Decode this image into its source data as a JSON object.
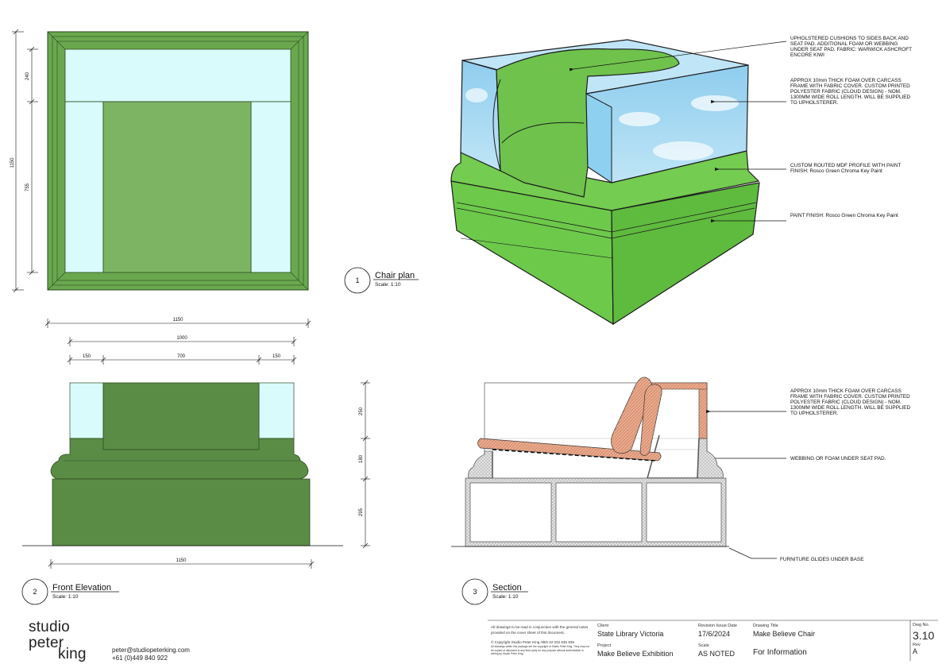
{
  "views": {
    "plan": {
      "number": "1",
      "title": "Chair plan",
      "scale": "Scale: 1:10",
      "dims": {
        "total_height": "1150",
        "top": "240",
        "seat": "755"
      }
    },
    "front": {
      "number": "2",
      "title": "Front Elevation",
      "scale": "Scale: 1:10",
      "dims": {
        "overall_top": "1150",
        "inner": "1000",
        "left": "150",
        "mid": "700",
        "right": "150",
        "upper": "250",
        "middle": "180",
        "lower": "295",
        "overall_bottom": "1150"
      }
    },
    "section": {
      "number": "3",
      "title": "Section",
      "scale": "Scale: 1:10"
    }
  },
  "notes_3d": [
    [
      "UPHOLSTERED CUSHIONS TO SIDES BACK AND",
      "SEAT PAD. ADDITIONAL FOAM OR WEBBING",
      "UNDER SEAT PAD. FABRIC: WARWICK ASHCROFT",
      "ENCORE KIWI"
    ],
    [
      "APPROX 10mm THICK FOAM OVER CARCASS",
      "FRAME WITH FABRIC COVER. CUSTOM PRINTED",
      "POLYESTER FABRIC (CLOUD DESIGN) - NOM.",
      "1300MM WIDE ROLL LENGTH. WILL BE SUPPLIED",
      "TO UPHOLSTERER."
    ],
    [
      "CUSTOM ROUTED MDF PROFILE WITH PAINT",
      "FINISH; Rosco Green Chroma Key Paint"
    ],
    [
      "PAINT FINISH: Rosco Green Chroma Key Paint"
    ]
  ],
  "notes_section": [
    [
      "APPROX 10mm THICK FOAM OVER CARCASS",
      "FRAME WITH FABRIC COVER. CUSTOM PRINTED",
      "POLYESTER FABRIC (CLOUD DESIGN) - NOM.",
      "1300MM WIDE ROLL LENGTH. WILL BE SUPPLIED",
      "TO UPHOLSTERER."
    ],
    [
      "WEBBING OR FOAM UNDER SEAT PAD."
    ],
    [
      "FURNITURE GLIDES UNDER BASE"
    ]
  ],
  "studio": {
    "logo": [
      "studio",
      "peter",
      "king"
    ],
    "email": "peter@studiopeterking.com",
    "phone": "+61 (0)449 840 922"
  },
  "title_block": {
    "disclaimer": [
      "All drawings to be read in conjunction with the general notes",
      "provided on the cover sheet of this document."
    ],
    "copyright": "© Copyright Studio Peter King ABN 34 032 845 935",
    "fine_print": [
      "All drawings within this package are the copyright of Studio Peter King. They may not",
      "be copied or disclosed to any third party for any purpose without authorisation in",
      "writing by Studio Peter King."
    ],
    "client_label": "Client",
    "client": "State Library Victoria",
    "project_label": "Project",
    "project": "Make Believe Exhibition",
    "revision_date_label": "Revision Issue Date",
    "revision_date": "17/6/2024",
    "scale_label": "Scale",
    "scale": "AS NOTED",
    "drawing_title_label": "Drawing Title",
    "drawing_title": "Make Believe Chair",
    "status": "For Information",
    "dwg_no_label": "Dwg No.",
    "dwg_no": "3.10",
    "rev_label": "Rev",
    "rev": "A"
  },
  "colors": {
    "frame_green": "#6aa84f",
    "seat_green": "#7db464",
    "dark_green": "#5b8c46",
    "light_cyan": "#d9fbfb",
    "chroma_green": "#6dc94a",
    "sky_blue": "#a8d8f0",
    "cushion_orange": "#e9a88a"
  }
}
